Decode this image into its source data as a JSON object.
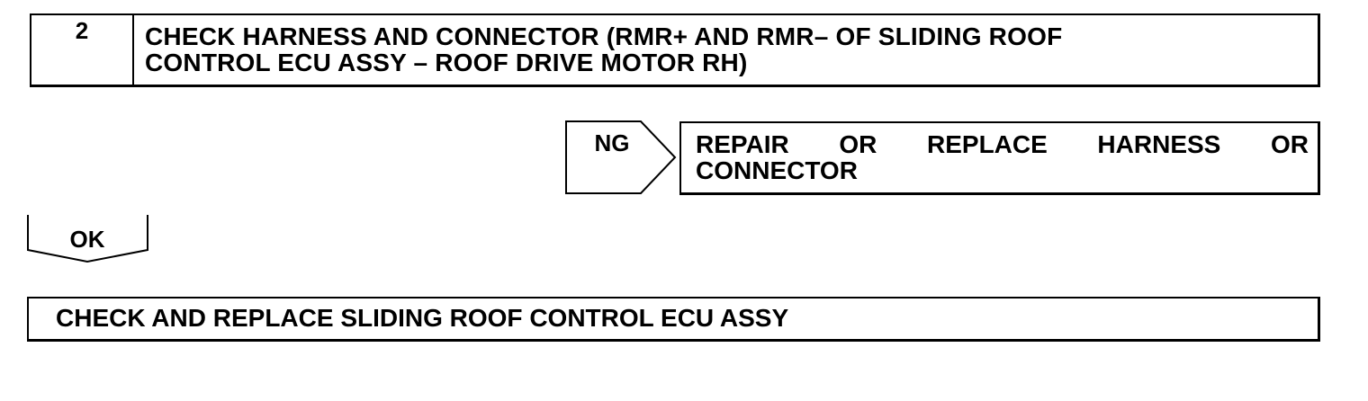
{
  "step": {
    "number": "2",
    "title_line1": "CHECK HARNESS AND CONNECTOR (RMR+ AND RMR– OF SLIDING ROOF",
    "title_line2": "CONTROL ECU ASSY – ROOF DRIVE MOTOR RH)"
  },
  "ng_branch": {
    "label": "NG",
    "action_line1": "REPAIR OR REPLACE HARNESS OR",
    "action_line2": "CONNECTOR"
  },
  "ok_branch": {
    "label": "OK"
  },
  "final_action": {
    "text": "CHECK AND REPLACE SLIDING ROOF CONTROL ECU ASSY"
  }
}
